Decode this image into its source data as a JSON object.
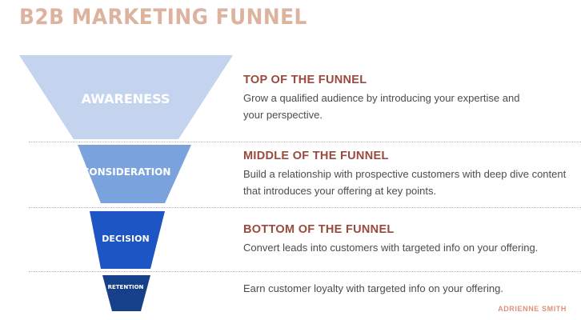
{
  "title": "B2B MARKETING FUNNEL",
  "colors": {
    "title": "#ddb3a0",
    "heading": "#9a4a3c",
    "text": "#4c4c4c",
    "credit": "#e0907a",
    "awareness": "#c4d4ee",
    "consideration": "#7aa3de",
    "decision": "#1e55c4",
    "retention": "#17408a"
  },
  "stages": [
    {
      "label": "AWARENESS"
    },
    {
      "label": "CONSIDERATION"
    },
    {
      "label": "DECISION"
    },
    {
      "label": "RETENTION"
    }
  ],
  "sections": [
    {
      "heading": "TOP OF THE FUNNEL",
      "description": "Grow a qualified audience by introducing your expertise and your perspective."
    },
    {
      "heading": "MIDDLE OF THE FUNNEL",
      "description": "Build a relationship with prospective customers with deep dive content that introduces your offering at key points."
    },
    {
      "heading": "BOTTOM OF THE FUNNEL",
      "description": "Convert leads into customers with targeted info on your offering."
    },
    {
      "heading": "",
      "description": "Earn customer loyalty with targeted info on your offering."
    }
  ],
  "credit": "ADRIENNE SMITH"
}
